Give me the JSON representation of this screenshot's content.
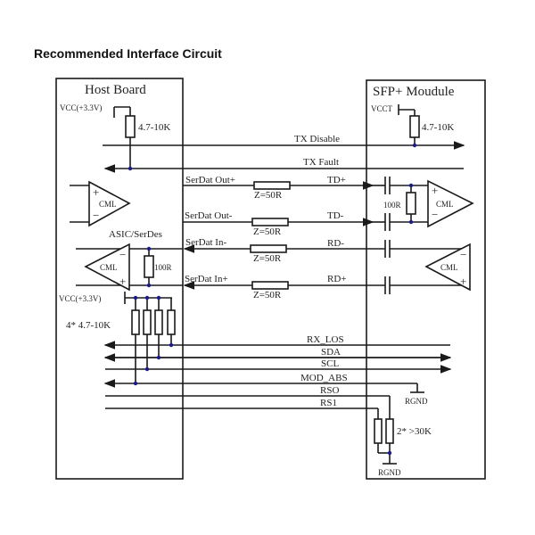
{
  "title": "Recommended Interface Circuit",
  "host_board": {
    "label": "Host Board",
    "vcc_top": "VCC(+3.3V)",
    "pullup_top": "4.7-10K",
    "asic_label": "ASIC/SerDes",
    "tx_driver": {
      "label": "CML",
      "plus": "+",
      "minus": "−"
    },
    "rx_receiver": {
      "label": "CML",
      "plus": "+",
      "minus": "−"
    },
    "rx_termination": "100R",
    "vcc_bottom": "VCC(+3.3V)",
    "pullup_bank": "4* 4.7-10K"
  },
  "sfp_module": {
    "label": "SFP+ Moudule",
    "vcct": "VCCT",
    "pullup_top": "4.7-10K",
    "tx_receiver": {
      "label": "CML",
      "plus": "+",
      "minus": "−"
    },
    "rx_driver": {
      "label": "CML",
      "plus": "+",
      "minus": "−"
    },
    "tx_termination": "100R",
    "rgnd_mod_abs": "RGND",
    "rs_resistors": "2* >30K",
    "rgnd_bottom": "RGND"
  },
  "control_signals": {
    "tx_disable": "TX Disable",
    "tx_fault": "TX Fault"
  },
  "serdes_lines": [
    {
      "host_label": "SerDat Out+",
      "impedance": "Z=50R",
      "module_label": "TD+"
    },
    {
      "host_label": "SerDat Out-",
      "impedance": "Z=50R",
      "module_label": "TD-"
    },
    {
      "host_label": "SerDat In-",
      "impedance": "Z=50R",
      "module_label": "RD-"
    },
    {
      "host_label": "SerDat In+",
      "impedance": "Z=50R",
      "module_label": "RD+"
    }
  ],
  "bottom_signals": [
    "RX_LOS",
    "SDA",
    "SCL",
    "MOD_ABS",
    "RSO",
    "RS1"
  ],
  "colors": {
    "line": "#1a1a1a",
    "junction": "#1a1a8a"
  }
}
